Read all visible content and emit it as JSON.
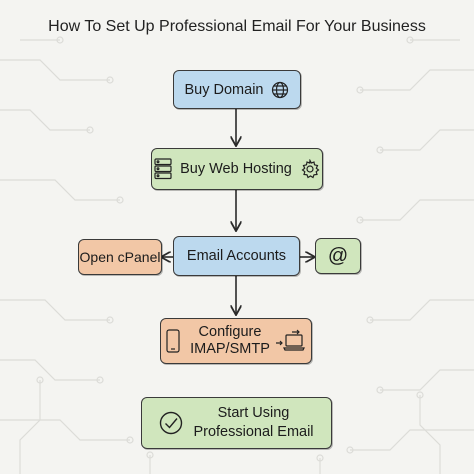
{
  "title": "How To Set Up Professional Email For Your Business",
  "nodes": {
    "buy_domain": {
      "label": "Buy Domain",
      "icon": "globe-icon"
    },
    "buy_hosting": {
      "label": "Buy Web Hosting",
      "icon": "gear-icon",
      "left_icon": "server-icon"
    },
    "email_accounts": {
      "label": "Email Accounts"
    },
    "open_cpanel": {
      "label": "Open cPanel"
    },
    "at_symbol": {
      "label": "@"
    },
    "configure": {
      "line1": "Configure",
      "line2": "IMAP/SMTP",
      "icons": [
        "phone-icon",
        "laptop-icon"
      ]
    },
    "start_using": {
      "line1": "Start Using",
      "line2": "Professional Email",
      "icon": "check-circle-icon"
    }
  },
  "colors": {
    "blue": "#bcd9ee",
    "green": "#d0e6bd",
    "orange": "#f2c7a6",
    "background": "#f4f4f1",
    "circuit": "#dadad6"
  }
}
